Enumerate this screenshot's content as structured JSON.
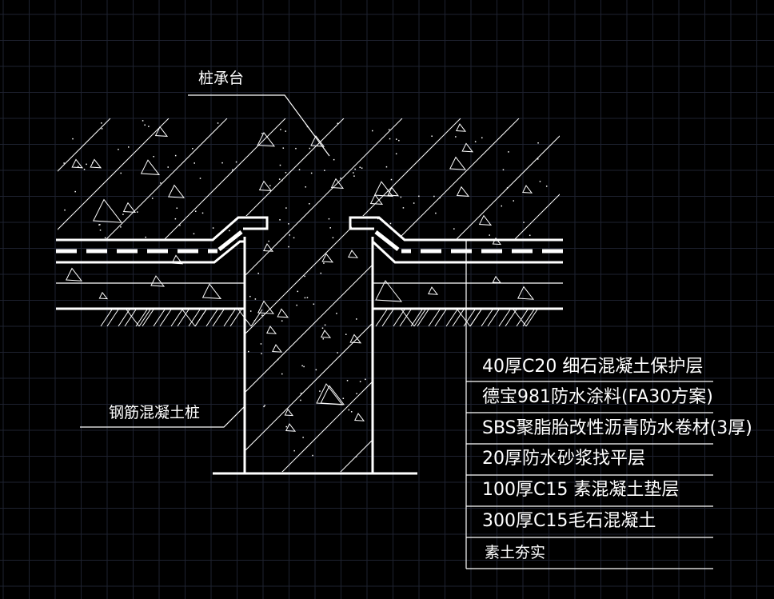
{
  "app": {
    "view": "CAD model space",
    "background_color": "#000000",
    "grid_color": "#1e2230",
    "line_color": "#ffffff"
  },
  "drawing": {
    "title_label": "桩承台",
    "pile_label": "钢筋混凝土桩",
    "layers": [
      {
        "text": "40厚C20 细石混凝土保护层"
      },
      {
        "text": "德宝981防水涂料(FA30方案)"
      },
      {
        "text": "SBS聚脂胎改性沥青防水卷材(3厚)"
      },
      {
        "text": "20厚防水砂浆找平层"
      },
      {
        "text": "100厚C15 素混凝土垫层"
      },
      {
        "text": "300厚C15毛石混凝土"
      },
      {
        "text": "素土夯实"
      }
    ]
  }
}
